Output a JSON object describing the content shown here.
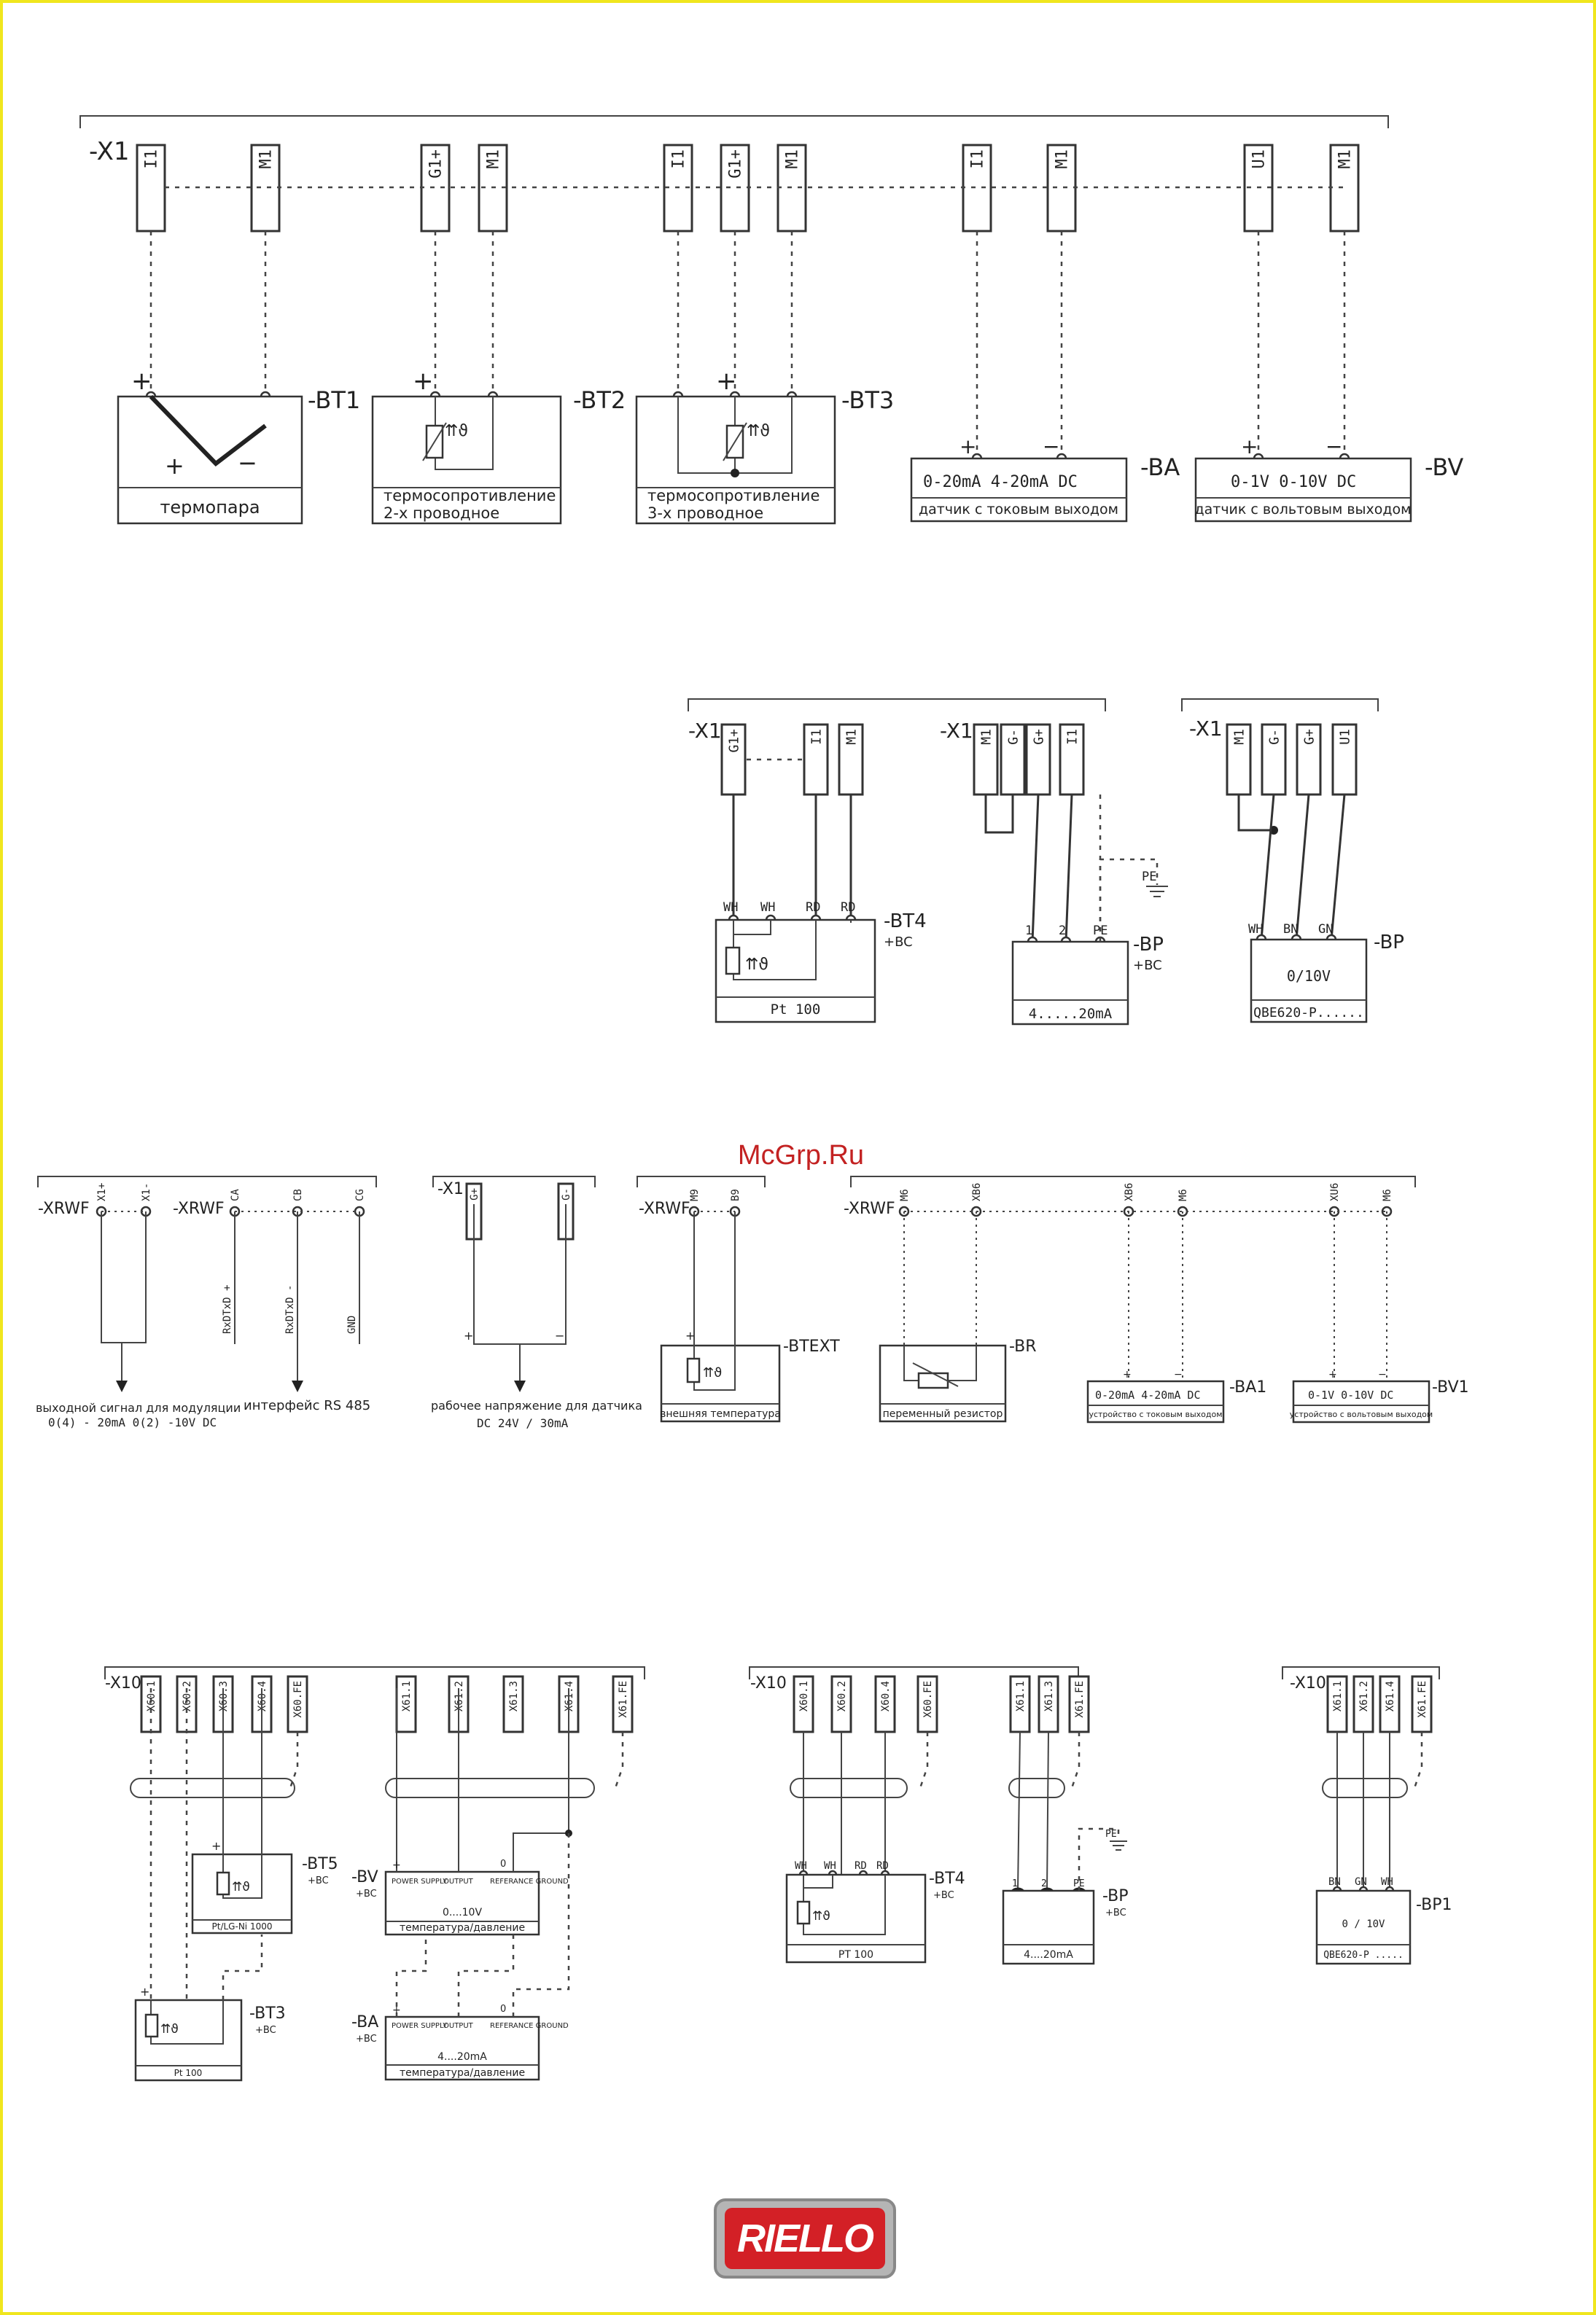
{
  "watermark": "McGrp.Ru",
  "brand": "RIELLO",
  "connector": {
    "x1": "-X1",
    "xrwf": "-XRWF",
    "x10": "-X10"
  },
  "top_row": {
    "terminals": [
      "I1",
      "M1",
      "G1+",
      "M1",
      "I1",
      "G1+",
      "M1",
      "I1",
      "M1",
      "U1",
      "M1"
    ],
    "bt1": {
      "tag": "-BT1",
      "label": "термопара"
    },
    "bt2": {
      "tag": "-BT2",
      "label_line1": "термосопротивление",
      "label_line2": "2-х проводное"
    },
    "bt3": {
      "tag": "-BT3",
      "label_line1": "термосопротивление",
      "label_line2": "3-х проводное"
    },
    "ba": {
      "tag": "-BA",
      "range": "0-20mA   4-20mA DC",
      "label": "датчик с токовым выходом"
    },
    "bv": {
      "tag": "-BV",
      "range": "0-1V   0-10V DC",
      "label": "датчик с вольтовым выходом"
    }
  },
  "mid_row": {
    "bt4": {
      "tag": "-BT4",
      "bc": "+BC",
      "terms": [
        "G1+",
        "I1",
        "M1"
      ],
      "wires": [
        "WH",
        "WH",
        "RD",
        "RD"
      ],
      "label": "Pt 100"
    },
    "bp": {
      "tag": "-BP",
      "bc": "+BC",
      "terms": [
        "M1",
        "G-",
        "G+",
        "I1"
      ],
      "pins": [
        "1",
        "2",
        "PE"
      ],
      "pe": "PE",
      "label": "4.....20mA"
    },
    "bp2": {
      "tag": "-BP",
      "terms": [
        "M1",
        "G-",
        "G+",
        "U1"
      ],
      "wires": [
        "WH",
        "BN",
        "GN"
      ],
      "range": "0/10V",
      "label": "QBE620-P......"
    }
  },
  "xrwf_row": {
    "mod": {
      "terms": [
        "X1+",
        "X1-"
      ],
      "caption1": "выходной сигнал для модуляции",
      "caption2": "0(4) - 20mA   0(2) -10V DC"
    },
    "rs485": {
      "terms": [
        "CA",
        "CB",
        "CG"
      ],
      "signals": [
        "RxDTxD +",
        "RxDTxD -",
        "GND"
      ],
      "caption": "интерфейс RS 485"
    },
    "supply": {
      "terms": [
        "G+",
        "G-"
      ],
      "caption1": "рабочее напряжение для датчика",
      "caption2": "DC 24V / 30mA"
    },
    "btext": {
      "terms": [
        "M9",
        "B9"
      ],
      "tag": "-BTEXT",
      "label": "внешняя температура"
    },
    "br": {
      "terms": [
        "M6",
        "XB6"
      ],
      "tag": "-BR",
      "label": "переменный резистор"
    },
    "ba1": {
      "terms": [
        "XB6",
        "M6"
      ],
      "tag": "-BA1",
      "range": "0-20mA  4-20mA DC",
      "label": "устройство с токовым выходом"
    },
    "bv1": {
      "terms": [
        "XU6",
        "M6"
      ],
      "tag": "-BV1",
      "range": "0-1V  0-10V DC",
      "label": "устройство с вольтовым выходом"
    }
  },
  "bottom_row": {
    "left_terms": [
      "X60.1",
      "X60.2",
      "X60.3",
      "X60.4",
      "X60.FE",
      "X61.1",
      "X61.2",
      "X61.3",
      "X61.4",
      "X61.FE"
    ],
    "bt5": {
      "tag": "-BT5",
      "bc": "+BC",
      "label": "Pt/LG-Ni 1000"
    },
    "bv": {
      "tag": "-BV",
      "bc": "+BC",
      "cols": [
        "POWER SUPPLY",
        "OUTPUT",
        "REFERANCE GROUND"
      ],
      "range": "0....10V",
      "label": "температура/давление"
    },
    "bt3": {
      "tag": "-BT3",
      "bc": "+BC",
      "label": "Pt 100"
    },
    "ba": {
      "tag": "-BA",
      "bc": "+BC",
      "cols": [
        "POWER SUPPLY",
        "OUTPUT",
        "REFERANCE GROUND"
      ],
      "range": "4....20mA",
      "label": "температура/давление"
    },
    "mid_terms": [
      "X60.1",
      "X60.2",
      "X60.4",
      "X60.FE",
      "X61.1",
      "X61.3",
      "X61.FE"
    ],
    "bt4": {
      "tag": "-BT4",
      "bc": "+BC",
      "wires": [
        "WH",
        "WH",
        "RD",
        "RD"
      ],
      "label": "PT 100"
    },
    "bp": {
      "tag": "-BP",
      "bc": "+BC",
      "pins": [
        "1",
        "2",
        "PE"
      ],
      "pe": "PE",
      "label": "4....20mA"
    },
    "right_terms": [
      "X61.1",
      "X61.2",
      "X61.4",
      "X61.FE"
    ],
    "bp1": {
      "tag": "-BP1",
      "wires": [
        "BN",
        "GN",
        "WH"
      ],
      "range": "0 / 10V",
      "label": "QBE620-P ....."
    }
  }
}
